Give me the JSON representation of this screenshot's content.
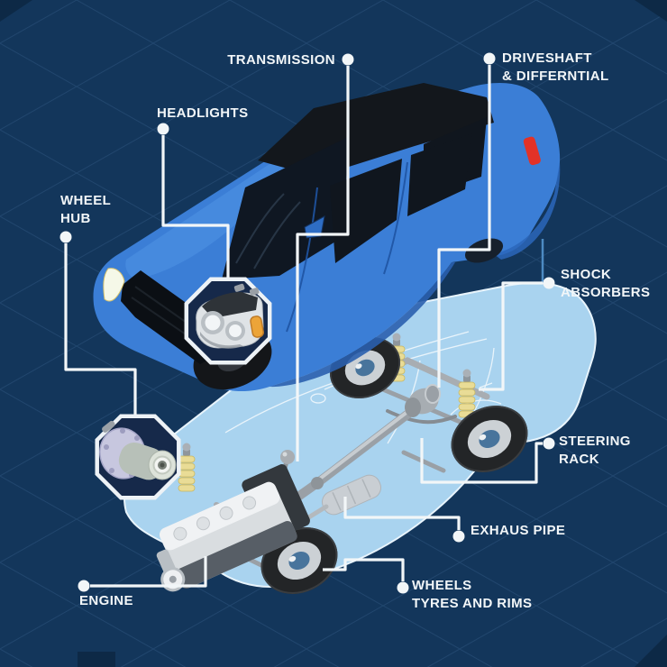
{
  "figure_type": "car-parts-callout-infographic",
  "labels": {
    "transmission": {
      "text": "TRANSMISSION"
    },
    "headlights": {
      "text": "HEADLIGHTS"
    },
    "wheel_hub": {
      "line1": "WHEEL",
      "line2": "HUB"
    },
    "driveshaft_differential": {
      "line1": "DRIVESHAFT",
      "line2": "& DIFFERNTIAL"
    },
    "shock_absorbers": {
      "line1": "SHOCK",
      "line2": "ABSORBERS"
    },
    "steering_rack": {
      "line1": "STEERING",
      "line2": "RACK"
    },
    "exhaust_pipe": {
      "text": "EXHAUS PIPE"
    },
    "wheels_tyres_rims": {
      "line1": "WHEELS",
      "line2": "TYRES AND RIMS"
    },
    "engine": {
      "text": "ENGINE"
    }
  },
  "insets": {
    "headlight_inset": "headlight-close-up",
    "wheel_hub_inset": "wheel-hub-close-up"
  },
  "colors": {
    "background": "#13365b",
    "blueprint_grid": "#5d93c4",
    "callout_line": "#f2f6f8",
    "label_text": "#f2f6f8",
    "car_blue": "#3b7ed6",
    "car_blue_shadow": "#2a5fae",
    "chassis_ghost_blue": "#a9d3ef",
    "spring_yellow": "#e9dc96",
    "taillight_red": "#e23227",
    "metal_gray": "#b9bfc4",
    "inset_fill": "#16294a"
  }
}
